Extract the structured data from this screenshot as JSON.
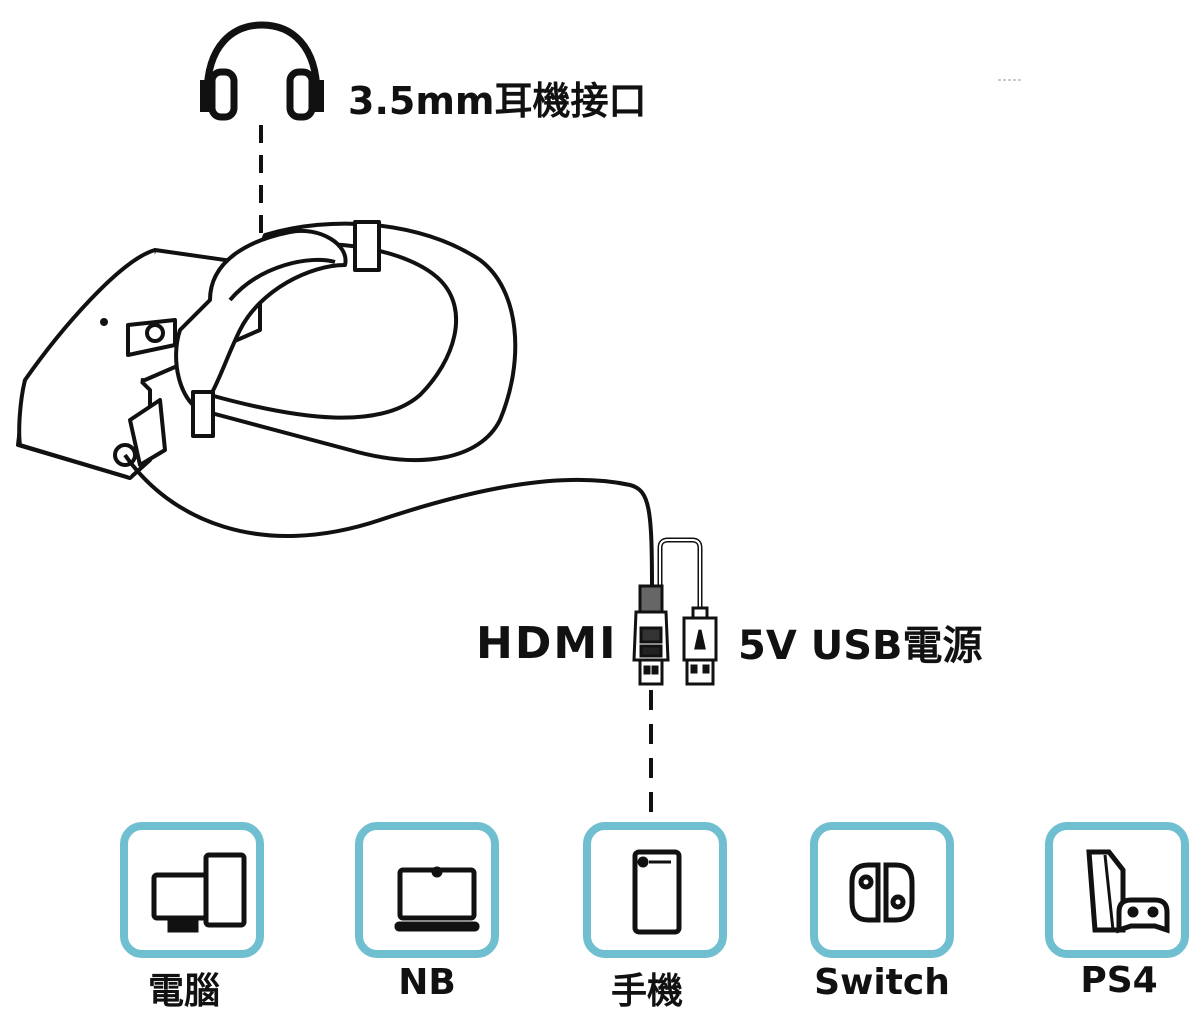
{
  "labels": {
    "headphone": "3.5mm耳機接口",
    "hdmi": "HDMI",
    "usb_power": "5V USB電源"
  },
  "devices": [
    {
      "label": "電腦",
      "icon": "desktop-computer-icon"
    },
    {
      "label": "NB",
      "icon": "laptop-icon"
    },
    {
      "label": "手機",
      "icon": "smartphone-icon"
    },
    {
      "label": "Switch",
      "icon": "nintendo-switch-icon"
    },
    {
      "label": "PS4",
      "icon": "ps4-console-icon"
    }
  ],
  "colors": {
    "accent": "#6fbfd0",
    "line": "#111111"
  }
}
